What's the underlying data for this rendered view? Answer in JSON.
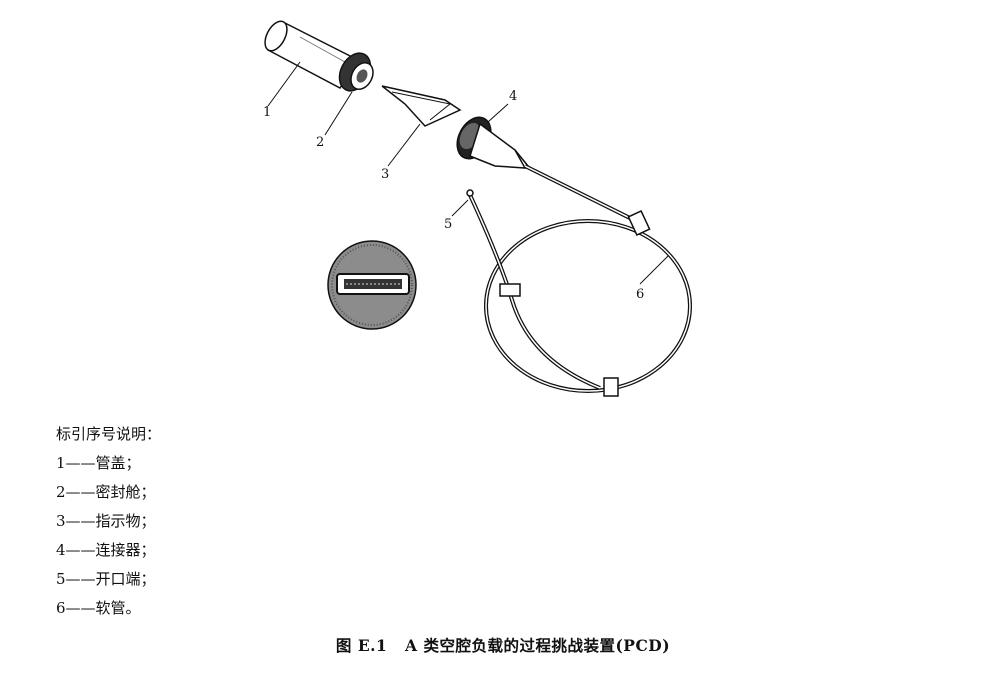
{
  "figure": {
    "callouts": [
      "1",
      "2",
      "3",
      "4",
      "5",
      "6"
    ]
  },
  "legend": {
    "heading": "标引序号说明：",
    "items": [
      {
        "number": "1",
        "dash": "——",
        "text": "管盖；"
      },
      {
        "number": "2",
        "dash": "——",
        "text": "密封舱；"
      },
      {
        "number": "3",
        "dash": "——",
        "text": "指示物；"
      },
      {
        "number": "4",
        "dash": "——",
        "text": "连接器；"
      },
      {
        "number": "5",
        "dash": "——",
        "text": "开口端；"
      },
      {
        "number": "6",
        "dash": "——",
        "text": "软管。"
      }
    ]
  },
  "caption": {
    "label": "图 E.1",
    "title": "A 类空腔负载的过程挑战装置(PCD)"
  }
}
